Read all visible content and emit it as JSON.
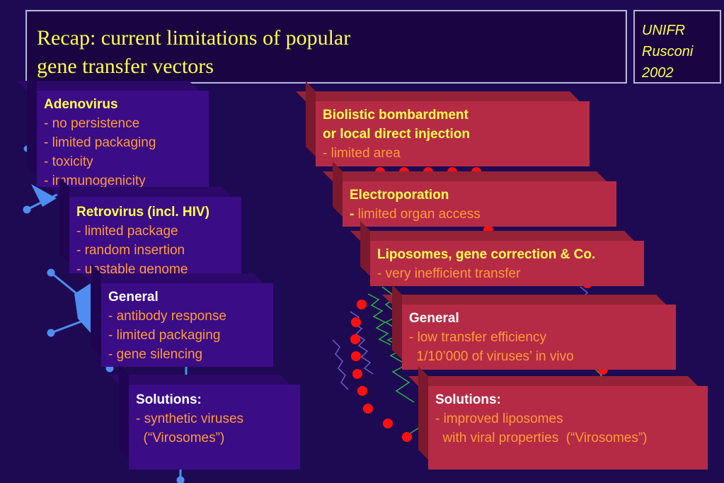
{
  "header": {
    "title_line1": "Recap:  current limitations of popular",
    "title_line2": "gene transfer vectors",
    "affiliation_line1": "UNIFR",
    "affiliation_line2": "Rusconi",
    "affiliation_line3": "2002"
  },
  "viral": {
    "adenovirus": {
      "heading": "Adenovirus",
      "items": [
        "- no persistence",
        "- limited packaging",
        "- toxicity",
        "- immunogenicity"
      ]
    },
    "retrovirus": {
      "heading": "Retrovirus (incl. HIV)",
      "items": [
        "- limited package",
        "- random insertion",
        "- unstable genome"
      ]
    },
    "general": {
      "heading": "General",
      "items": [
        "- antibody response",
        "- limited packaging",
        "- gene silencing"
      ]
    },
    "solutions": {
      "heading": "Solutions:",
      "items": [
        "- synthetic viruses",
        "  (“Virosomes”)"
      ]
    }
  },
  "nonviral": {
    "biolistic": {
      "heading_line1": "Biolistic bombardment",
      "heading_line2": "or local direct injection",
      "items": [
        "- limited area"
      ]
    },
    "electroporation": {
      "heading": "Electroporation",
      "bullet": "-",
      "item": " limited organ access"
    },
    "liposomes": {
      "heading": "Liposomes, gene correction & Co.",
      "items": [
        "- very inefficient transfer"
      ]
    },
    "general": {
      "heading": "General",
      "items": [
        "- low transfer efficiency",
        "  1/10’000 of viruses’ in vivo"
      ]
    },
    "solutions": {
      "heading": "Solutions:",
      "items": [
        "- improved liposomes",
        "  with viral properties  (“Virosomes”)"
      ]
    }
  },
  "colors": {
    "background": "#1e0a52",
    "title": "#ffff4d",
    "bullet_text": "#ff9a3a",
    "red_box": "#b52b45",
    "purple_box": "#3a0c86"
  }
}
